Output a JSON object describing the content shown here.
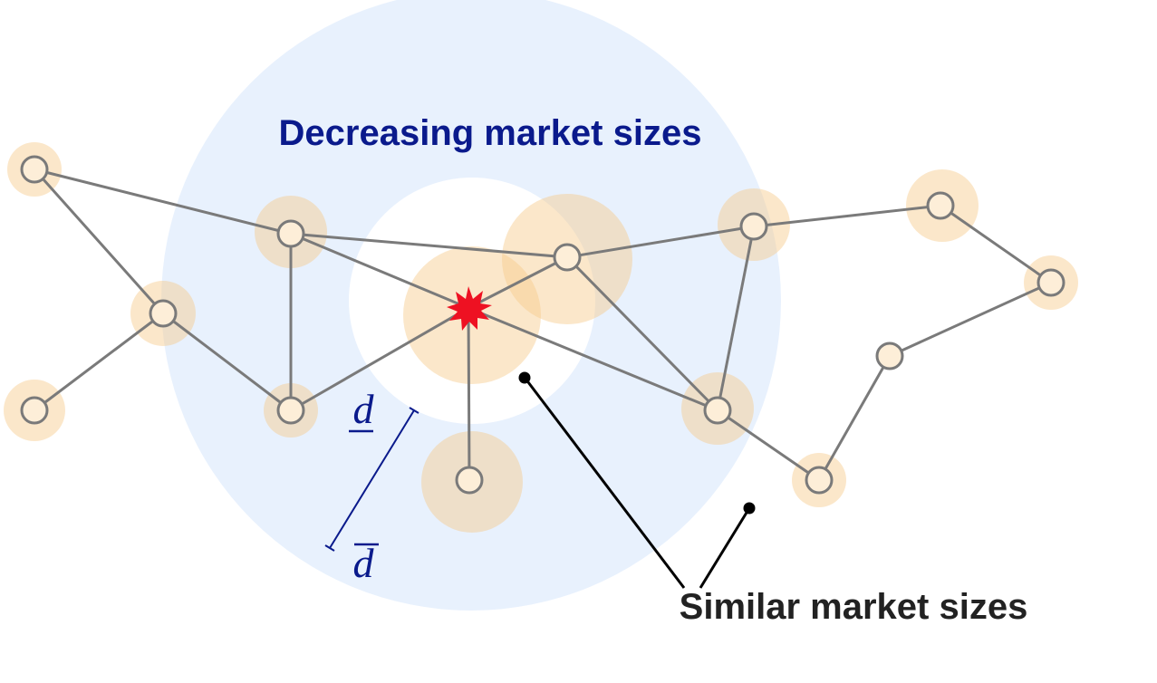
{
  "labels": {
    "decreasing": "Decreasing market sizes",
    "similar": "Similar market sizes",
    "d_lower": "d",
    "d_upper": "d"
  },
  "colors": {
    "outer_ring": "#e8f1fd",
    "inner_disk": "#ffffff",
    "market_halo": "#f7c98a",
    "node_fill": "#fdeed8",
    "edge": "#7a7a7a",
    "shock": "#ee1122",
    "decreasing_label": "#0a1a8c",
    "similar_label": "#222222",
    "pointer": "#000000",
    "bracket": "#0a1a8c"
  },
  "icons": {
    "shock": "red-starburst-icon"
  }
}
